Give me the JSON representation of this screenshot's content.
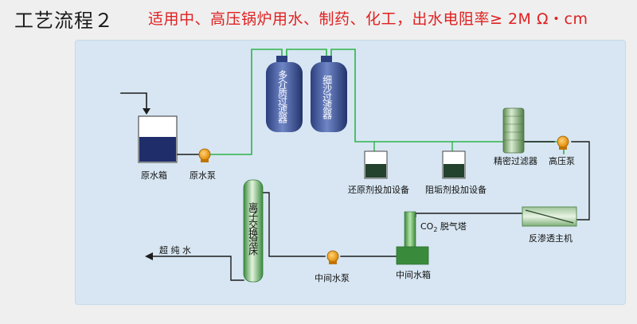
{
  "header": {
    "title": "工艺流程２",
    "subtitle": "适用中、高压锅炉用水、制药、化工，出水电阻率≥ 2M Ω・cm"
  },
  "labels": {
    "raw_water_tank": "原水箱",
    "raw_water_pump": "原水泵",
    "multimedia_filter": "多介质过滤器",
    "fine_sand_filter": "细沙过滤器",
    "reductant_dosing": "还原剂投加设备",
    "antiscalant_dosing": "阻垢剂投加设备",
    "precision_filter": "精密过滤器",
    "high_pressure_pump": "高压泵",
    "ro_unit": "反渗透主机",
    "co2_tower_prefix": "CO",
    "co2_tower_sub": "2",
    "co2_tower_suffix": " 脱气塔",
    "intermediate_tank": "中间水箱",
    "intermediate_pump": "中间水泵",
    "ion_exchange_bed": "离子交换混床",
    "ultrapure_water": "超 纯 水"
  },
  "colors": {
    "pipe": "#2fb34a",
    "pipe_dark": "#1d1d1d",
    "vessel": "#3a4e8c",
    "water": "#1f2e6b",
    "pump": "#f1a020",
    "title_red": "#e02020"
  }
}
